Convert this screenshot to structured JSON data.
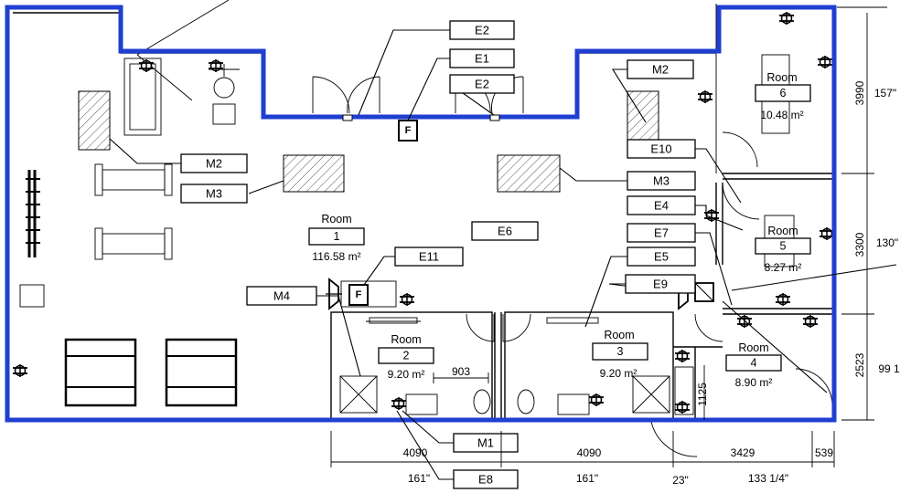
{
  "colors": {
    "boundary": "#1f3fd1",
    "line": "#000000",
    "background": "#ffffff"
  },
  "rooms": [
    {
      "label": "Room",
      "number": "1",
      "area": "116.58 m²"
    },
    {
      "label": "Room",
      "number": "2",
      "area": "9.20 m²"
    },
    {
      "label": "Room",
      "number": "3",
      "area": "9.20 m²"
    },
    {
      "label": "Room",
      "number": "4",
      "area": "8.90 m²"
    },
    {
      "label": "Room",
      "number": "5",
      "area": "8.27 m²"
    },
    {
      "label": "Room",
      "number": "6",
      "area": "10.48 m²"
    }
  ],
  "tags": {
    "e2_top": "E2",
    "e1": "E1",
    "e2_mid": "E2",
    "m2_right": "M2",
    "m2_left": "M2",
    "m3_left": "M3",
    "e10": "E10",
    "m3_right": "M3",
    "e4": "E4",
    "e6": "E6",
    "e7": "E7",
    "e11": "E11",
    "e5": "E5",
    "m4": "M4",
    "e9": "E9",
    "m1": "M1",
    "e8": "E8"
  },
  "symbols": {
    "extinguisher": "F"
  },
  "dimensions": {
    "d_903": "903",
    "d_1125": "1125",
    "d_4090_a": "4090",
    "d_4090_b": "4090",
    "d_3429": "3429",
    "d_539": "539",
    "d_161_a": "161\"",
    "d_161_b": "161\"",
    "d_23": "23\"",
    "d_133": "133 1/4\"",
    "d_3990": "3990",
    "d_157": "157\"",
    "d_3300": "3300",
    "d_130": "130\"",
    "d_2523": "2523",
    "d_99": "99 1"
  }
}
